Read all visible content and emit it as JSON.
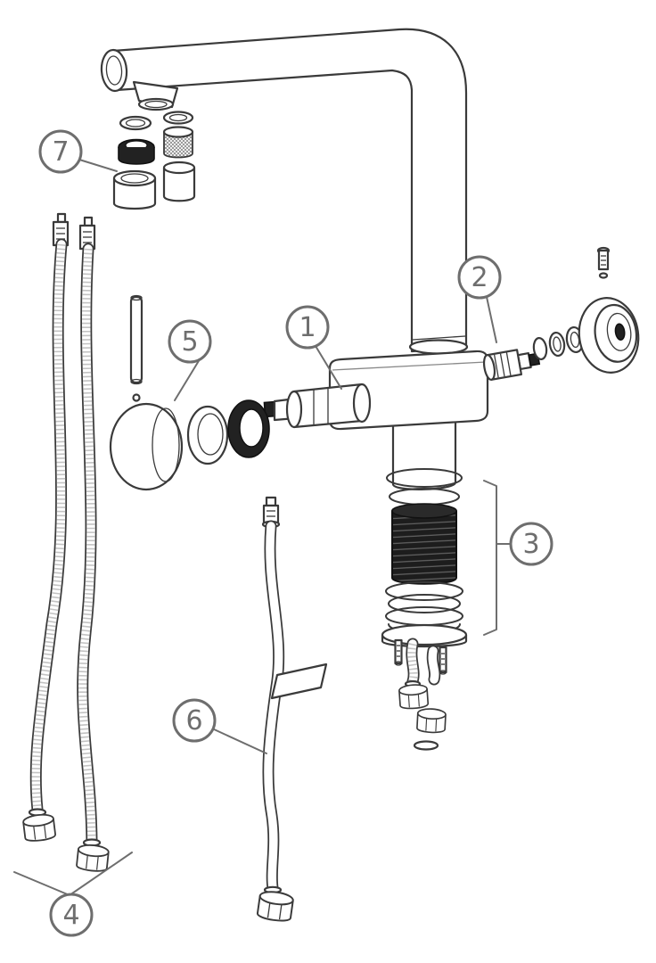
{
  "diagram": {
    "background": "#ffffff",
    "line_color": "#3a3a3a",
    "callout_color": "#6e6e6e",
    "dark_fill": "#1d1d1d"
  },
  "callouts": [
    {
      "label": "1"
    },
    {
      "label": "2"
    },
    {
      "label": "3"
    },
    {
      "label": "4"
    },
    {
      "label": "5"
    },
    {
      "label": "6"
    },
    {
      "label": "7"
    }
  ]
}
